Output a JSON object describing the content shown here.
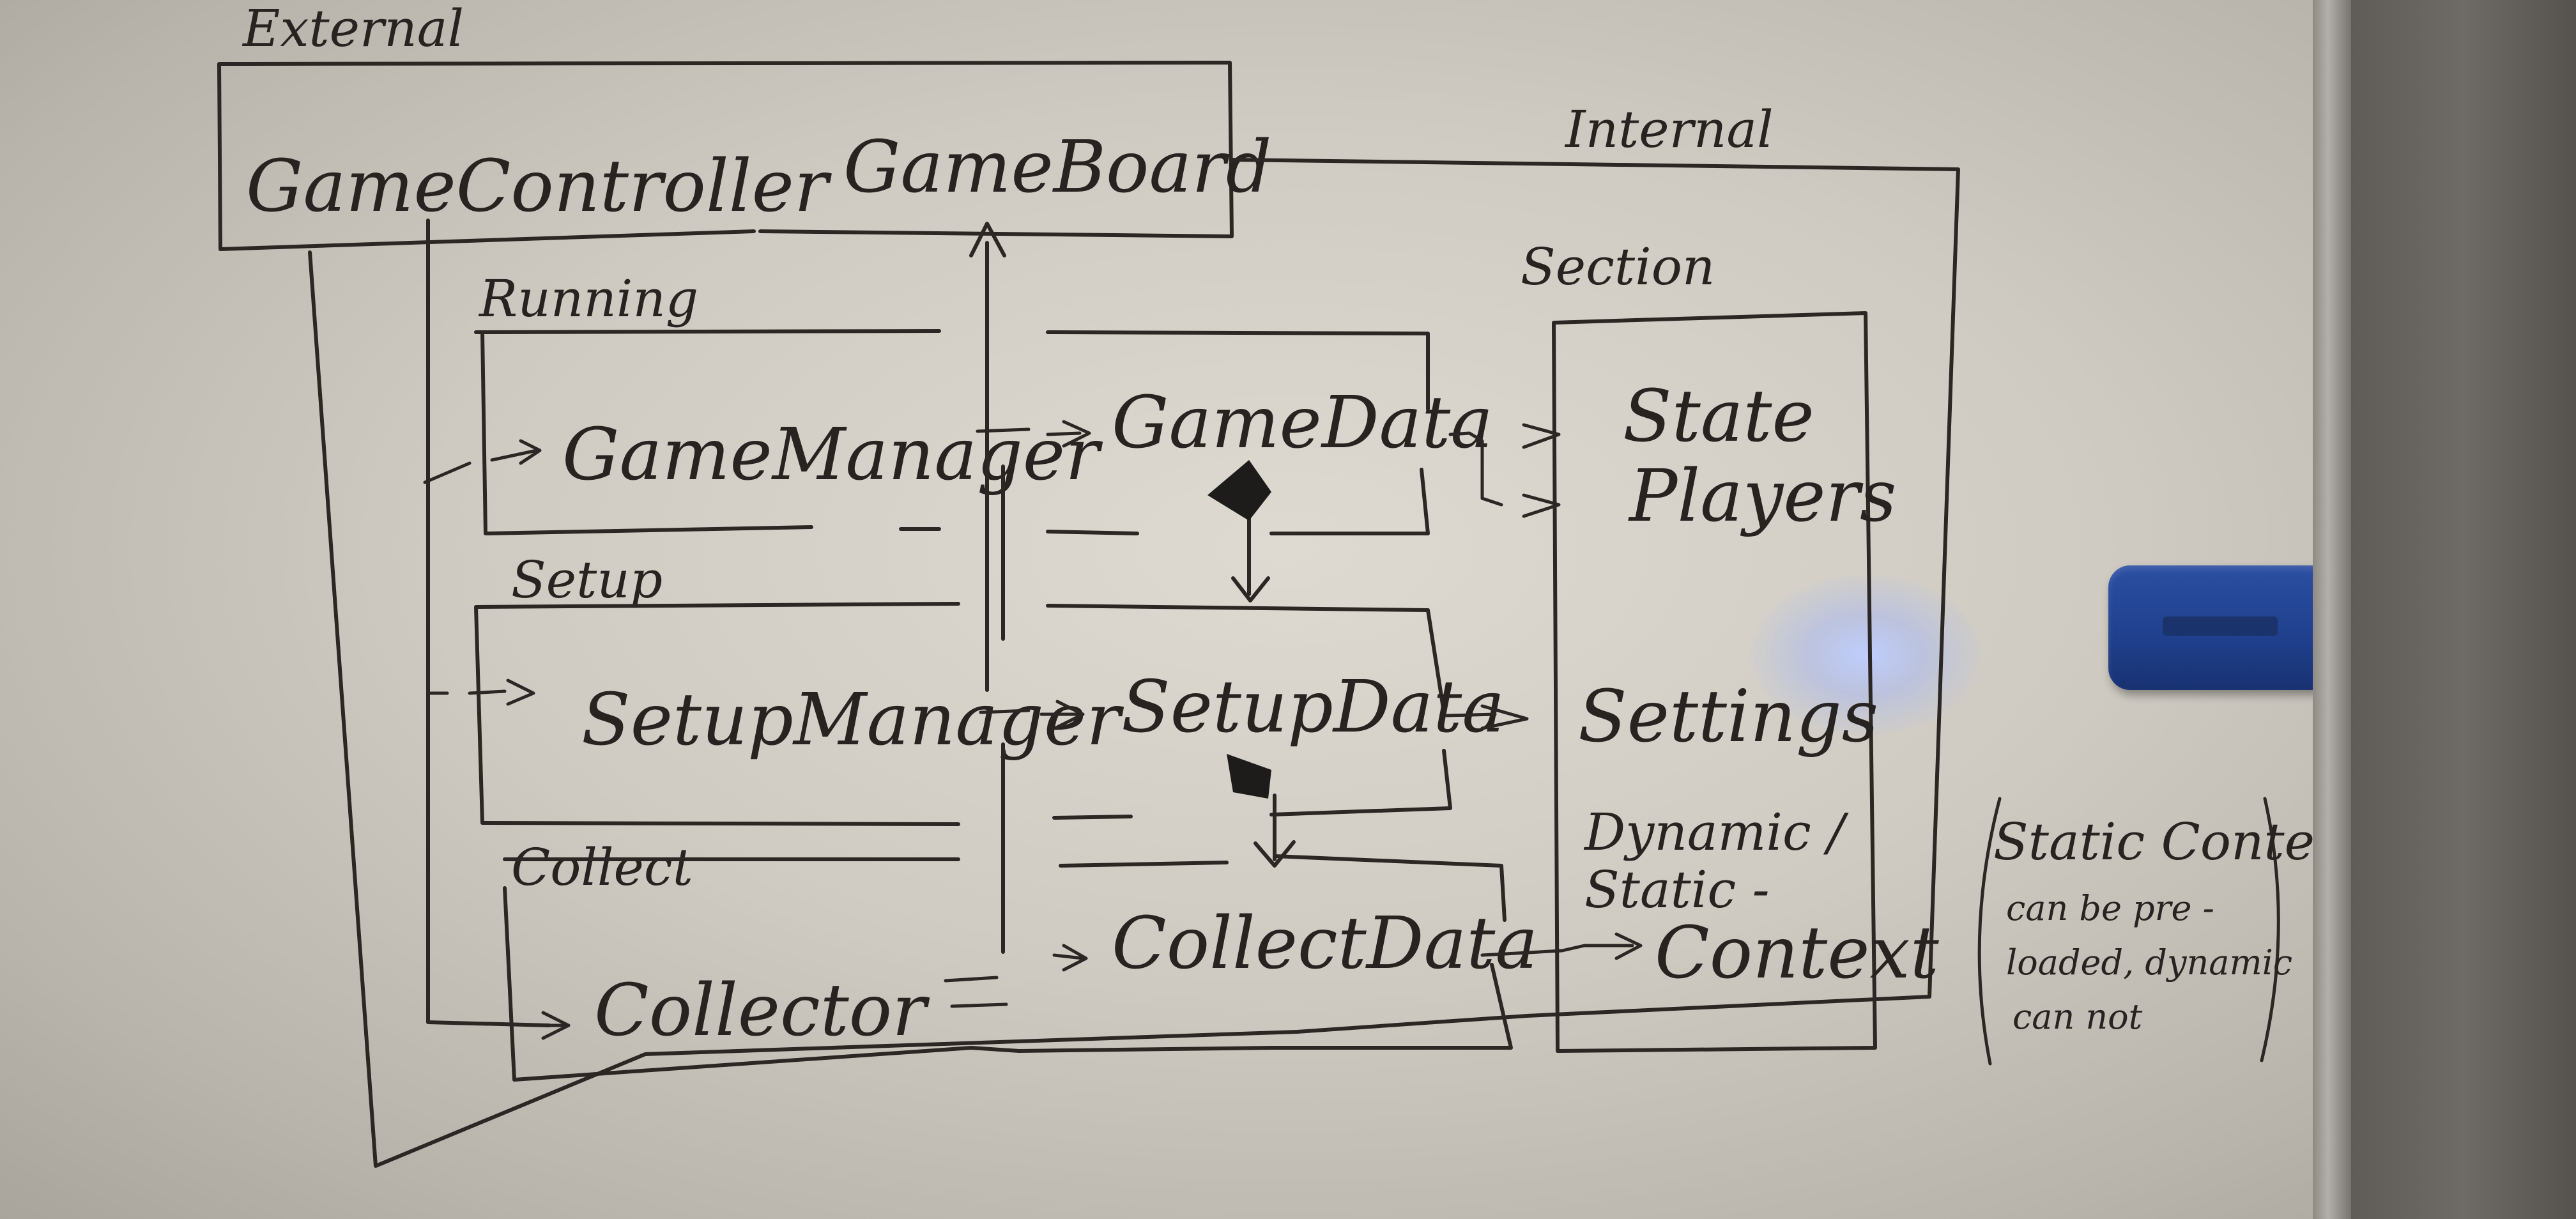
{
  "groups": {
    "external": "External",
    "internal": "Internal",
    "running": "Running",
    "setup": "Setup",
    "collect": "Collect",
    "section": "Section"
  },
  "components": {
    "game_controller": "GameController",
    "game_board": "GameBoard",
    "game_manager": "GameManager",
    "setup_manager": "SetupManager",
    "collector": "Collector",
    "game_data": "GameData",
    "setup_data": "SetupData",
    "collect_data": "CollectData"
  },
  "section_items": {
    "state": "State",
    "players": "Players",
    "settings": "Settings",
    "context_line1": "Dynamic /",
    "context_line2": "Static -",
    "context_line3": "Context"
  },
  "side_note": {
    "line1": "Static Context",
    "line2": "can be pre -",
    "line3": "loaded, dynamic",
    "line4": "can not"
  },
  "colors": {
    "ink": "#2a2724",
    "whiteboard": "#d9d5cd",
    "eraser": "#1f3f8c",
    "glare": "#b8c4f5"
  }
}
